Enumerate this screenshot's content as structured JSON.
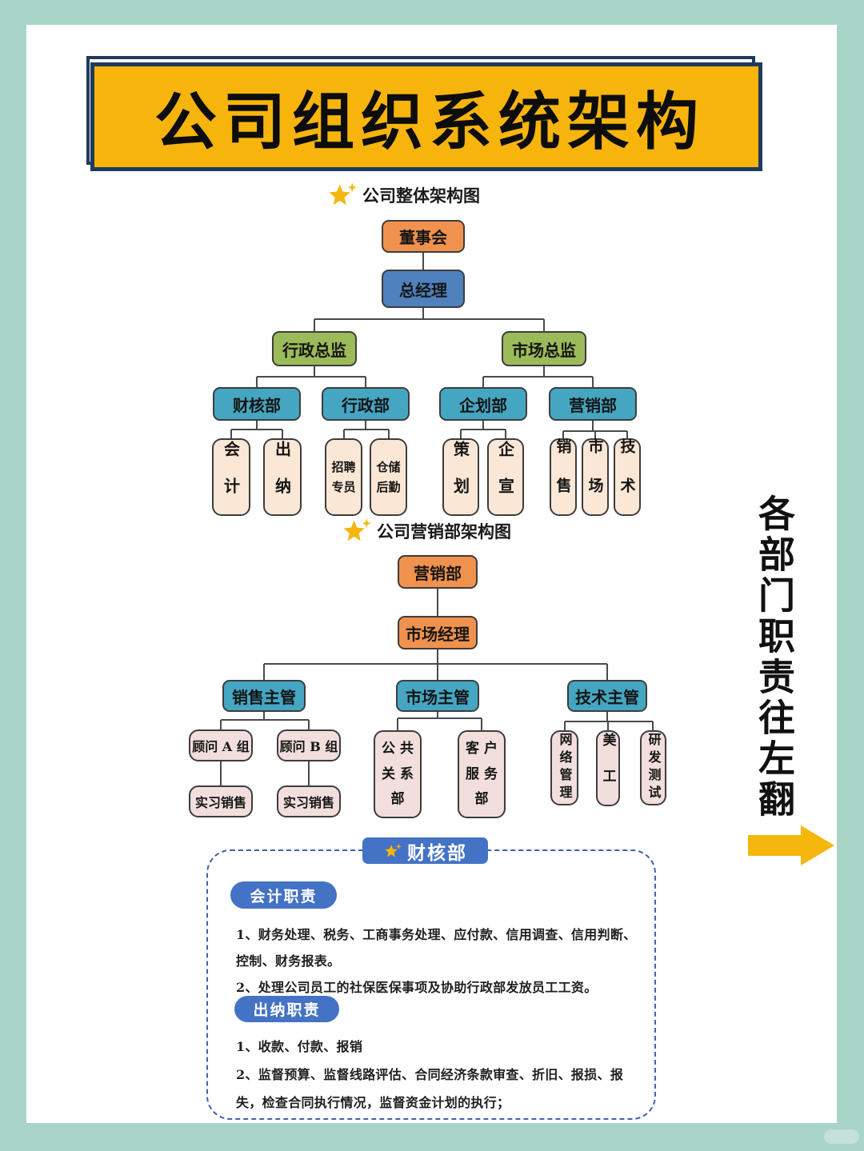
{
  "colors": {
    "bg_teal": "#a9d4c8",
    "navy": "#1f3a5c",
    "banner_yellow": "#f6b40d",
    "accent_yellow": "#f5b60d",
    "node_orange": "#f0924d",
    "node_blue": "#4e81bd",
    "node_green": "#9bbb59",
    "node_teal": "#45a6c2",
    "node_cream": "#fbe7d5",
    "node_pink": "#f1dedd",
    "node_border": "#3d3d3d",
    "line_gray": "#4a4a4a",
    "badge_blue": "#4472c4",
    "panel_border": "#3f63b0"
  },
  "banner": {
    "title": "公司组织系统架构"
  },
  "chart1": {
    "heading": "公司整体架构图",
    "board": "董事会",
    "gm": "总经理",
    "admin_director": "行政总监",
    "market_director": "市场总监",
    "finance_dept": "财核部",
    "admin_dept": "行政部",
    "planning_dept": "企划部",
    "marketing_dept": "营销部",
    "accounting": "会计",
    "cashier": "出纳",
    "recruit_line1": "招聘",
    "recruit_line2": "专员",
    "warehouse_line1": "仓储",
    "warehouse_line2": "后勤",
    "planning": "策划",
    "publicity": "企宣",
    "sales": "销售",
    "market": "市场",
    "tech": "技术"
  },
  "chart2": {
    "heading": "公司营销部架构图",
    "marketing_dept": "营销部",
    "market_manager": "市场经理",
    "sales_lead": "销售主管",
    "market_lead": "市场主管",
    "tech_lead": "技术主管",
    "consultant_a": "顾问 A 组",
    "consultant_b": "顾问 B 组",
    "intern_a": "实习销售",
    "intern_b": "实习销售",
    "pr_line1": "公 共",
    "pr_line2": "关 系",
    "pr_line3": "部",
    "cs_line1": "客 户",
    "cs_line2": "服 务",
    "cs_line3": "部",
    "network_mgmt": "网络管理",
    "art": "美工",
    "rnd_test": "研发测试"
  },
  "panel": {
    "title": "财核部",
    "accounting_badge": "会计职责",
    "accounting_lines": [
      "1、财务处理、税务、工商事务处理、应付款、信用调查、信用判断、",
      "控制、财务报表。",
      "2、处理公司员工的社保医保事项及协助行政部发放员工工资。"
    ],
    "cashier_badge": "出纳职责",
    "cashier_lines": [
      "1、收款、付款、报销",
      "2、监督预算、监督线路评估、合同经济条款审查、折旧、报损、报",
      "失，检查合同执行情况，监督资金计划的执行；"
    ]
  },
  "sidebar": {
    "note": "各部门职责往左翻"
  }
}
